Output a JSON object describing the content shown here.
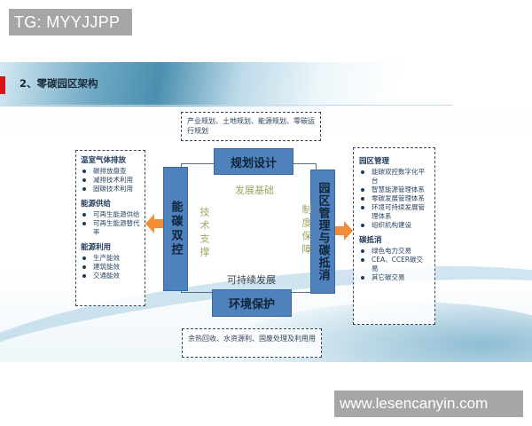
{
  "watermarks": {
    "top": "TG: MYYJJPP",
    "bottom": "www.lesencanyin.com"
  },
  "slide": {
    "title": "2、零碳园区架构",
    "accent_color": "#d7141a",
    "box_color": "#4f81bd",
    "arrow_color": "#f28c38"
  },
  "diagram": {
    "top_box": "规划设计",
    "top_note": "产业规划、土地规划、能源规划、零碳运行规划",
    "bottom_box": "环境保护",
    "bottom_note": "余热回收、水资源利、固废处理及利用用",
    "left_box": "能碳双控",
    "right_box": "园区管理与碳抵消",
    "inner_labels": {
      "top": "发展基础",
      "left": "技术支撑",
      "right": "制度保障",
      "bottom": "可持续发展"
    }
  },
  "left_panel": {
    "sections": [
      {
        "heading": "温室气体排放",
        "items": [
          "碳排放盘查",
          "减排技术利用",
          "固碳技术利用"
        ]
      },
      {
        "heading": "能源供给",
        "items": [
          "可再生能源供给",
          "可再生能源替代率"
        ]
      },
      {
        "heading": "能源利用",
        "items": [
          "生产能效",
          "建筑能效",
          "交通能效"
        ]
      }
    ]
  },
  "right_panel": {
    "sections": [
      {
        "heading": "园区管理",
        "items": [
          "能碳双控数字化平台",
          "智慧能源管理体系",
          "零碳发展管理体系",
          "环境可持续发展管理体系",
          "组织机构建设"
        ]
      },
      {
        "heading": "碳抵消",
        "items": [
          "绿色电力交易",
          "CEA、CCER碳交易",
          "其它碳交易"
        ]
      }
    ]
  }
}
